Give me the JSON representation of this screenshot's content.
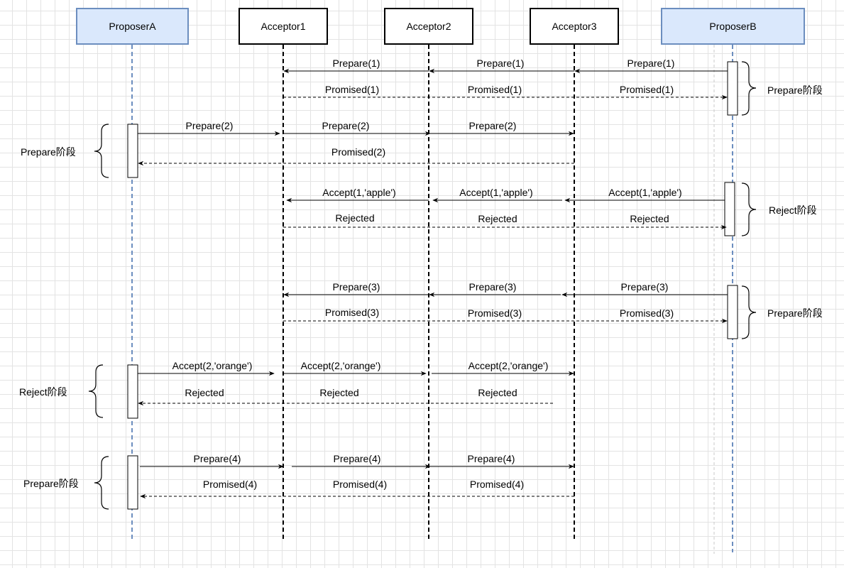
{
  "participants": {
    "proposer_a": "ProposerA",
    "acceptor1": "Acceptor1",
    "acceptor2": "Acceptor2",
    "acceptor3": "Acceptor3",
    "proposer_b": "ProposerB"
  },
  "phases": {
    "b_prepare_1": "Prepare阶段",
    "a_prepare_2": "Prepare阶段",
    "b_reject_1": "Reject阶段",
    "b_prepare_3": "Prepare阶段",
    "a_reject_2": "Reject阶段",
    "a_prepare_4": "Prepare阶段"
  },
  "messages": {
    "b_prepare1": [
      "Prepare(1)",
      "Prepare(1)",
      "Prepare(1)"
    ],
    "b_promised1": [
      "Promised(1)",
      "Promised(1)",
      "Promised(1)"
    ],
    "a_prepare2": [
      "Prepare(2)",
      "Prepare(2)",
      "Prepare(2)"
    ],
    "a_promised2": "Promised(2)",
    "b_accept1": [
      "Accept(1,'apple')",
      "Accept(1,'apple')",
      "Accept(1,'apple')"
    ],
    "b_rejected1": [
      "Rejected",
      "Rejected",
      "Rejected"
    ],
    "b_prepare3": [
      "Prepare(3)",
      "Prepare(3)",
      "Prepare(3)"
    ],
    "b_promised3": [
      "Promised(3)",
      "Promised(3)",
      "Promised(3)"
    ],
    "a_accept2": [
      "Accept(2,'orange')",
      "Accept(2,'orange')",
      "Accept(2,'orange')"
    ],
    "a_rejected2": [
      "Rejected",
      "Rejected",
      "Rejected"
    ],
    "a_prepare4": [
      "Prepare(4)",
      "Prepare(4)",
      "Prepare(4)"
    ],
    "a_promised4": [
      "Promised(4)",
      "Promised(4)",
      "Promised(4)"
    ]
  }
}
